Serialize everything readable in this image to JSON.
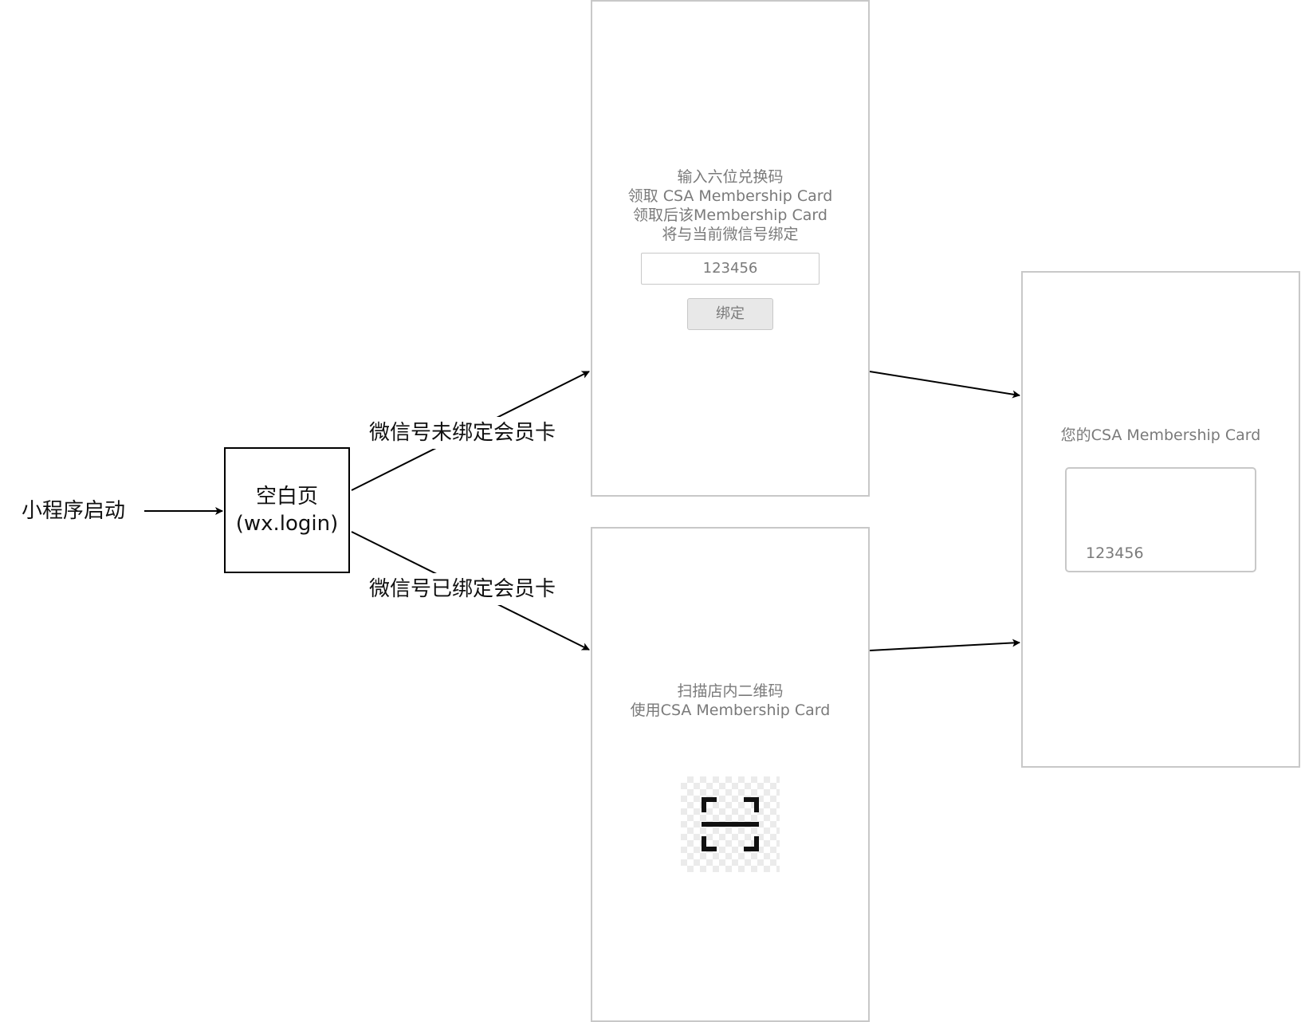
{
  "start": {
    "label": "小程序启动"
  },
  "blank_page": {
    "title": "空白页",
    "subtitle": "(wx.login)"
  },
  "edges": {
    "not_bound": "微信号未绑定会员卡",
    "bound": "微信号已绑定会员卡"
  },
  "bind_screen": {
    "lines": [
      "输入六位兑换码",
      "领取 CSA Membership Card",
      "领取后该Membership Card",
      "将与当前微信号绑定"
    ],
    "input_value": "123456",
    "button_label": "绑定"
  },
  "scan_screen": {
    "lines": [
      "扫描店内二维码",
      "使用CSA Membership Card"
    ],
    "icon": "scan-icon"
  },
  "card_screen": {
    "title": "您的CSA Membership Card",
    "card_number": "123456"
  }
}
